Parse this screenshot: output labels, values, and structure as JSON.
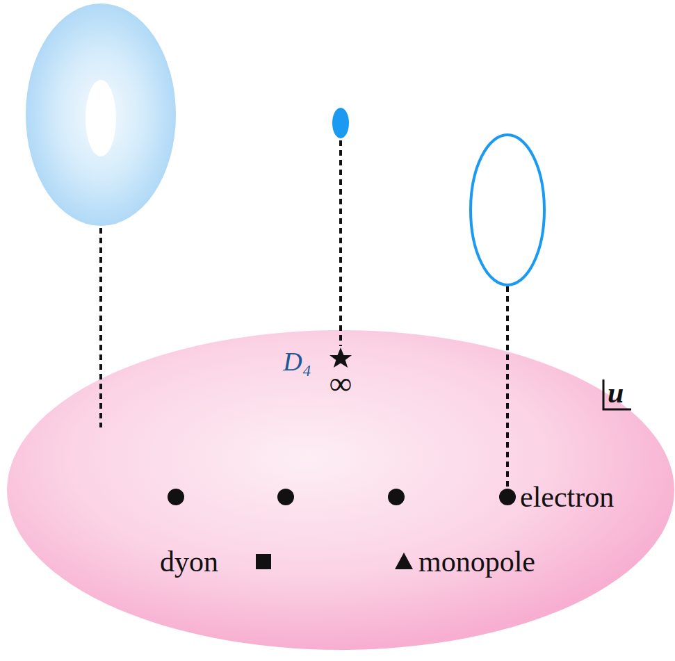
{
  "diagram": {
    "labels": [
      "D₄",
      "∞",
      "u",
      "electron",
      "dyon",
      "monopole"
    ]
  }
}
